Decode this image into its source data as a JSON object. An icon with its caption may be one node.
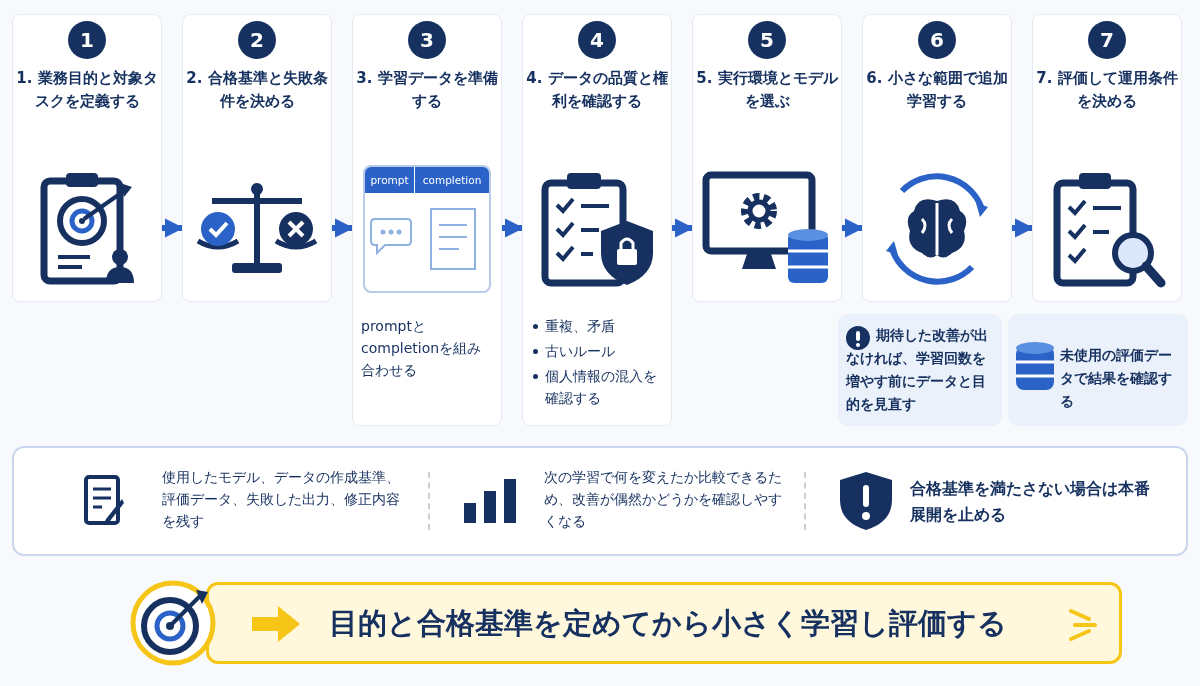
{
  "diagram": {
    "nodes": [
      {
        "text": [
          "1",
          "1. 業務目的と対象タスクを定義する"
        ]
      },
      {
        "text": [
          "2",
          "2. 合格基準と失敗条件を決める"
        ]
      },
      {
        "text": [
          "3",
          "3. 学習データを準備する",
          "promptとcompletionを組み合わせる"
        ]
      },
      {
        "text": [
          "4",
          "4. データの品質と権利を確認する",
          "重複、矛盾",
          "古いルール",
          "個人情報の混入を確認する"
        ]
      },
      {
        "text": [
          "5",
          "5. 実行環境とモデルを選ぶ"
        ]
      },
      {
        "text": [
          "6",
          "6. 小さな範囲で追加学習する"
        ]
      },
      {
        "text": [
          "7",
          "7. 評価して運用条件を決める"
        ]
      },
      {
        "text": [
          "prompt",
          "completion"
        ],
        "in": 2
      },
      {
        "text": [
          "期待した改善が出なければ、学習回数を増やす前にデータと目的を見直す"
        ]
      },
      {
        "text": [
          "未使用の評価データで結果を確認する"
        ]
      },
      {
        "text": [
          "目的と合格基準を定めてから小さく学習し評価する"
        ]
      }
    ],
    "edges": [
      {
        "from": 0,
        "to": 1,
        "arrow": "to"
      },
      {
        "from": 1,
        "to": 2,
        "arrow": "to"
      },
      {
        "from": 2,
        "to": 3,
        "arrow": "to"
      },
      {
        "from": 3,
        "to": 4,
        "arrow": "to"
      },
      {
        "from": 4,
        "to": 5,
        "arrow": "to"
      },
      {
        "from": 5,
        "to": 6,
        "arrow": "to"
      }
    ],
    "labels": [
      "使用したモデル、データの作成基準、評価データ、失敗した出力、修正内容を残す",
      "次の学習で何を変えたか比較できるため、改善が偶然かどうかを確認しやすくなる",
      "合格基準を満たさない場合は本番展開を止める"
    ]
  }
}
